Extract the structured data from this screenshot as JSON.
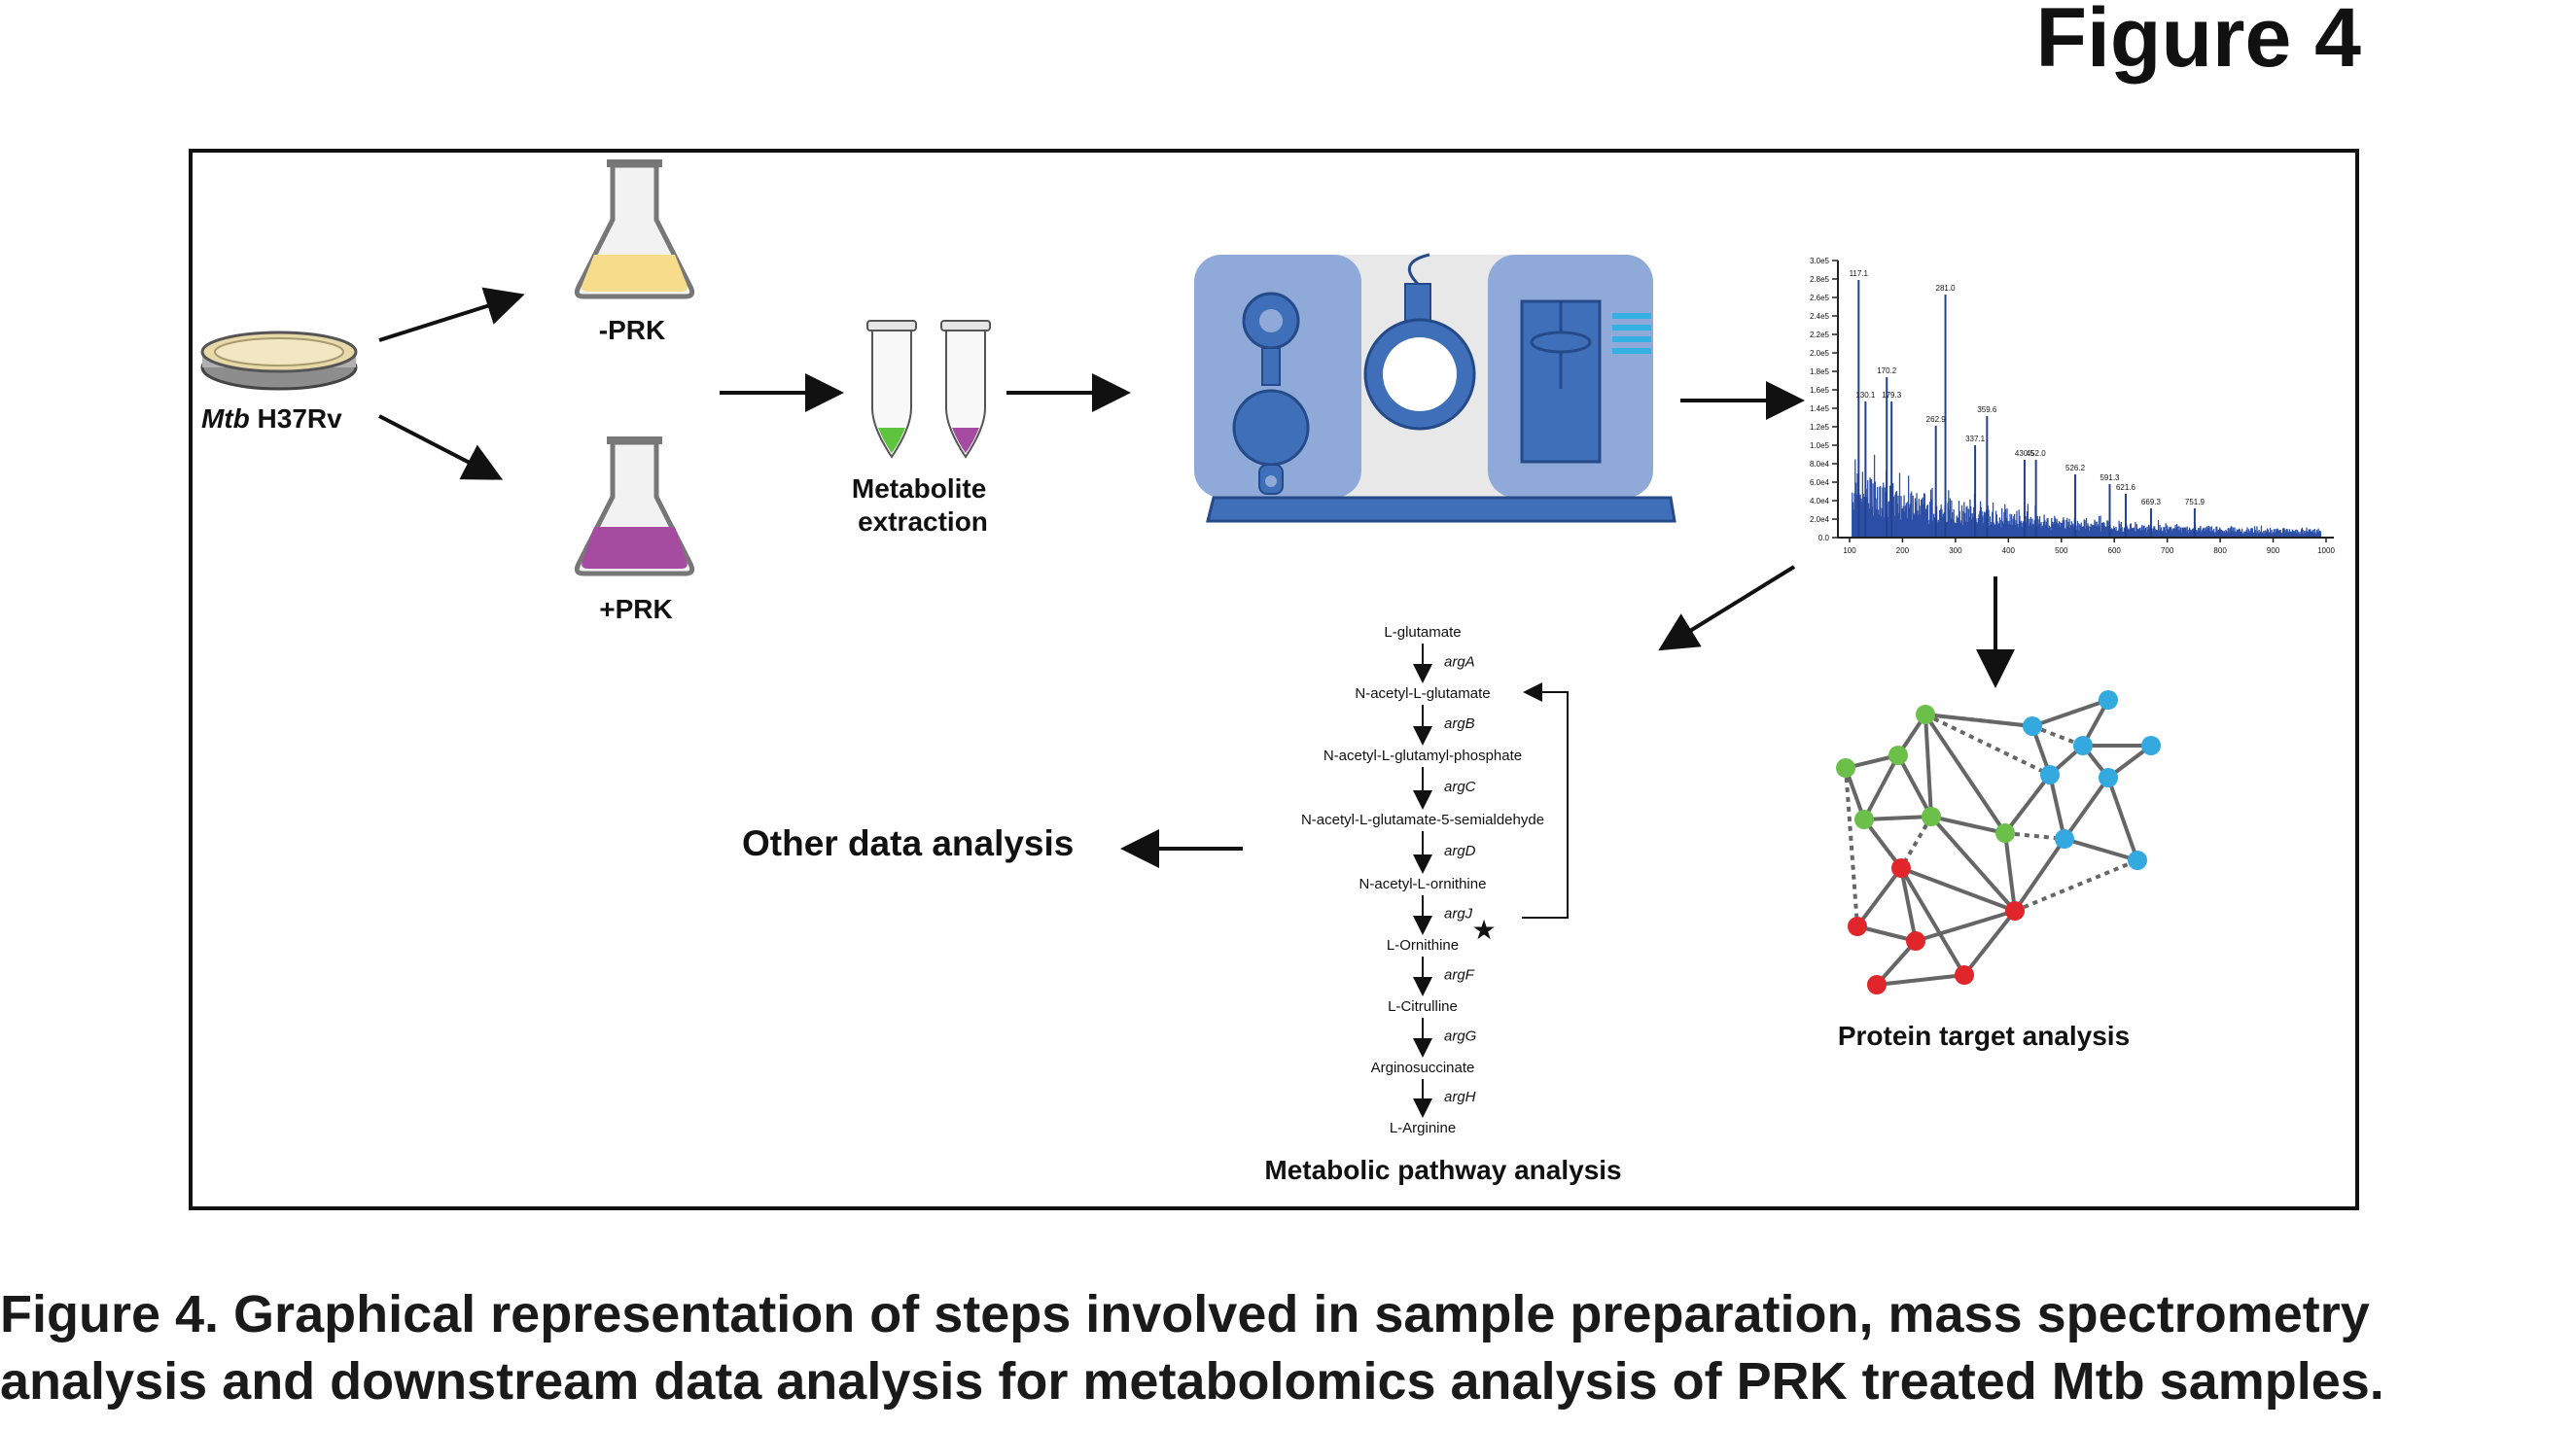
{
  "figure_title": "Figure 4",
  "sample": {
    "organism": "Mtb",
    "strain": "H37Rv"
  },
  "flask_minus_label": "-PRK",
  "flask_plus_label": "+PRK",
  "extraction_label_line1": "Metabolite",
  "extraction_label_line2": "extraction",
  "spectrum": {
    "y_ticks": [
      "3.0e5",
      "2.8e5",
      "2.6e5",
      "2.4e5",
      "2.2e5",
      "2.0e5",
      "1.8e5",
      "1.6e5",
      "1.4e5",
      "1.2e5",
      "1.0e5",
      "8.0e4",
      "6.0e4",
      "4.0e4",
      "2.0e4",
      "0.0"
    ],
    "x_ticks": [
      "100",
      "200",
      "300",
      "400",
      "500",
      "600",
      "700",
      "800",
      "900",
      "1000"
    ],
    "peaks": [
      {
        "mz": 117.1,
        "label": "117.1"
      },
      {
        "mz": 281.0,
        "label": "281.0"
      },
      {
        "mz": 170.2,
        "label": "170.2"
      },
      {
        "mz": 130.1,
        "label": "130.1"
      },
      {
        "mz": 179.3,
        "label": "179.3"
      },
      {
        "mz": 262.9,
        "label": "262.9"
      },
      {
        "mz": 359.6,
        "label": "359.6"
      },
      {
        "mz": 337.1,
        "label": "337.1"
      },
      {
        "mz": 452.0,
        "label": "452.0"
      },
      {
        "mz": 430.5,
        "label": "430.5"
      },
      {
        "mz": 526.2,
        "label": "526.2"
      },
      {
        "mz": 591.3,
        "label": "591.3"
      },
      {
        "mz": 621.6,
        "label": "621.6"
      },
      {
        "mz": 669.3,
        "label": "669.3"
      },
      {
        "mz": 751.9,
        "label": "751.9"
      }
    ]
  },
  "pathway": {
    "metabolites": [
      "L-glutamate",
      "N-acetyl-L-glutamate",
      "N-acetyl-L-glutamyl-phosphate",
      "N-acetyl-L-glutamate-5-semialdehyde",
      "N-acetyl-L-ornithine",
      "L-Ornithine",
      "L-Citrulline",
      "Arginosuccinate",
      "L-Arginine"
    ],
    "enzymes": [
      "argA",
      "argB",
      "argC",
      "argD",
      "argJ",
      "argF",
      "argG",
      "argH"
    ],
    "highlighted_enzyme": "argJ",
    "title": "Metabolic pathway analysis"
  },
  "other_analysis_label": "Other data analysis",
  "network_title": "Protein target analysis",
  "colors": {
    "blue": "#3f6fb8",
    "light_blue": "#8fa9d8",
    "green_node": "#6cc04a",
    "blue_node": "#33a9df",
    "red_node": "#e0262b",
    "purple": "#a64ca0",
    "yellow": "#f7dc8c"
  },
  "caption_line1": "Figure 4. Graphical representation of steps involved in sample preparation, mass spectrometry",
  "caption_line2": "analysis and downstream data analysis for metabolomics analysis of PRK treated Mtb samples."
}
